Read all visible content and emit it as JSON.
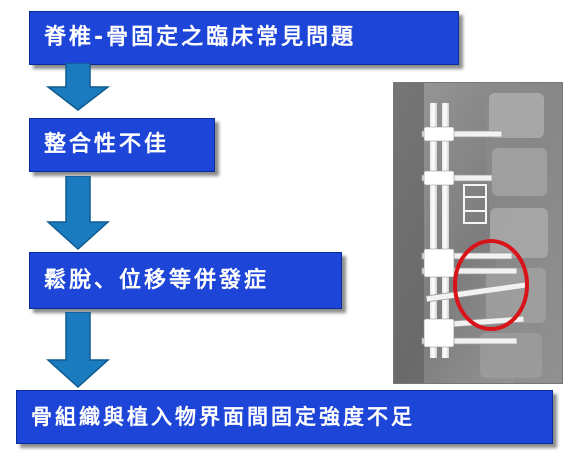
{
  "steps": [
    {
      "label": "脊椎-骨固定之臨床常見問題"
    },
    {
      "label": "整合性不佳"
    },
    {
      "label": "鬆脫、位移等併發症"
    },
    {
      "label": "骨組織與植入物界面間固定強度不足"
    }
  ],
  "colors": {
    "box_fill": "#1d45d8",
    "box_text": "#ffffff",
    "arrow_fill": "#1a7bbf",
    "highlight_circle": "#d8141a"
  },
  "icons": {
    "arrow": "down-arrow-icon",
    "image": "spine-xray-image",
    "highlight": "red-circle-highlight"
  }
}
